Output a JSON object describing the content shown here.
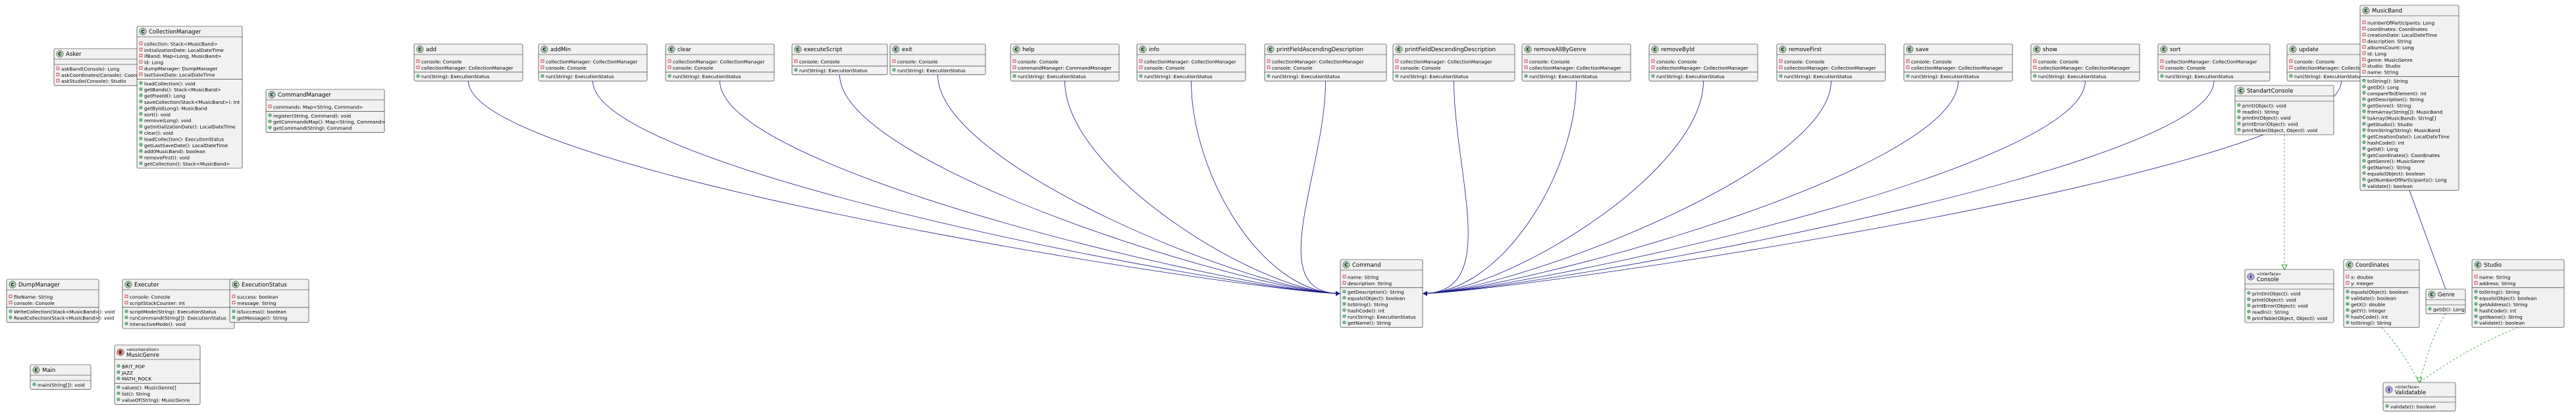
{
  "colors": {
    "class_badge": "#ADD1B2",
    "interface_badge": "#B4A7E5",
    "enum_badge": "#EB937F",
    "edge": "#181888",
    "realize": "#2a9d2a"
  },
  "classes": [
    {
      "name": "Asker",
      "kind": "class",
      "members": [
        [
          "-",
          "askBand(Console): Long"
        ],
        [
          "-",
          "askCoordinates(Console): Coordinates"
        ],
        [
          "-",
          "askStudio(Console): Studio"
        ]
      ]
    },
    {
      "name": "CollectionManager",
      "kind": "class",
      "members": [
        [
          "-",
          "collection: Stack<MusicBand>"
        ],
        [
          "-",
          "initializationDate: LocalDateTime"
        ],
        [
          "-",
          "ifBand: Map<Long, MusicBand>"
        ],
        [
          "-",
          "id: Long"
        ],
        [
          "-",
          "dumpManager: DumpManager"
        ],
        [
          "-",
          "lastSaveDate: LocalDateTime"
        ],
        [
          "+",
          "loadCollection(): void"
        ],
        [
          "+",
          "getBands(): Stack<MusicBand>"
        ],
        [
          "+",
          "getFreeId(): Long"
        ],
        [
          "+",
          "saveCollection(Stack<MusicBand>): int"
        ],
        [
          "+",
          "getById(Long): MusicBand"
        ],
        [
          "+",
          "sort(): void"
        ],
        [
          "+",
          "remove(Long): void"
        ],
        [
          "+",
          "getInitializationDate(): LocalDateTime"
        ],
        [
          "+",
          "clear(): void"
        ],
        [
          "+",
          "loadCollection(): ExecutionStatus"
        ],
        [
          "+",
          "getLastSaveDate(): LocalDateTime"
        ],
        [
          "+",
          "add(MusicBand): boolean"
        ],
        [
          "+",
          "removeFirst(): void"
        ],
        [
          "+",
          "getCollection(): Stack<MusicBand>"
        ]
      ]
    },
    {
      "name": "CommandManager",
      "kind": "class",
      "members": [
        [
          "-",
          "commands: Map<String, Command>"
        ],
        [
          "+",
          "register(String, Command): void"
        ],
        [
          "+",
          "getCommandsMap(): Map<String, Command>"
        ],
        [
          "+",
          "getCommand(String): Command"
        ]
      ]
    },
    {
      "name": "add",
      "kind": "class",
      "members": [
        [
          "-",
          "console: Console"
        ],
        [
          "-",
          "collectionManager: CollectionManager"
        ],
        [
          "+",
          "run(String): ExecutionStatus"
        ]
      ]
    },
    {
      "name": "addMin",
      "kind": "class",
      "members": [
        [
          "-",
          "collectionManager: CollectionManager"
        ],
        [
          "-",
          "console: Console"
        ],
        [
          "+",
          "run(String): ExecutionStatus"
        ]
      ]
    },
    {
      "name": "clear",
      "kind": "class",
      "members": [
        [
          "-",
          "collectionManager: CollectionManager"
        ],
        [
          "-",
          "console: Console"
        ],
        [
          "+",
          "run(String): ExecutionStatus"
        ]
      ]
    },
    {
      "name": "executeScript",
      "kind": "class",
      "members": [
        [
          "-",
          "console: Console"
        ],
        [
          "+",
          "run(String): ExecutionStatus"
        ]
      ]
    },
    {
      "name": "exit",
      "kind": "class",
      "members": [
        [
          "-",
          "console: Console"
        ],
        [
          "+",
          "run(String): ExecutionStatus"
        ]
      ]
    },
    {
      "name": "help",
      "kind": "class",
      "members": [
        [
          "-",
          "console: Console"
        ],
        [
          "-",
          "commandManager: CommandManager"
        ],
        [
          "+",
          "run(String): ExecutionStatus"
        ]
      ]
    },
    {
      "name": "info",
      "kind": "class",
      "members": [
        [
          "-",
          "collectionManager: CollectionManager"
        ],
        [
          "-",
          "console: Console"
        ],
        [
          "+",
          "run(String): ExecutionStatus"
        ]
      ]
    },
    {
      "name": "printFieldAscendingDescription",
      "kind": "class",
      "members": [
        [
          "-",
          "collectionManager: CollectionManager"
        ],
        [
          "-",
          "console: Console"
        ],
        [
          "+",
          "run(String): ExecutionStatus"
        ]
      ]
    },
    {
      "name": "printFieldDescendingDescription",
      "kind": "class",
      "members": [
        [
          "-",
          "collectionManager: CollectionManager"
        ],
        [
          "-",
          "console: Console"
        ],
        [
          "+",
          "run(String): ExecutionStatus"
        ]
      ]
    },
    {
      "name": "removeAllByGenre",
      "kind": "class",
      "members": [
        [
          "-",
          "console: Console"
        ],
        [
          "-",
          "collectionManager: CollectionManager"
        ],
        [
          "+",
          "run(String): ExecutionStatus"
        ]
      ]
    },
    {
      "name": "removeById",
      "kind": "class",
      "members": [
        [
          "-",
          "console: Console"
        ],
        [
          "-",
          "collectionManager: CollectionManager"
        ],
        [
          "+",
          "run(String): ExecutionStatus"
        ]
      ]
    },
    {
      "name": "removeFirst",
      "kind": "class",
      "members": [
        [
          "-",
          "console: Console"
        ],
        [
          "-",
          "collectionManager: CollectionManager"
        ],
        [
          "+",
          "run(String): ExecutionStatus"
        ]
      ]
    },
    {
      "name": "save",
      "kind": "class",
      "members": [
        [
          "-",
          "console: Console"
        ],
        [
          "-",
          "collectionManager: CollectionManager"
        ],
        [
          "+",
          "run(String): ExecutionStatus"
        ]
      ]
    },
    {
      "name": "show",
      "kind": "class",
      "members": [
        [
          "-",
          "console: Console"
        ],
        [
          "-",
          "collectionManager: CollectionManager"
        ],
        [
          "+",
          "run(String): ExecutionStatus"
        ]
      ]
    },
    {
      "name": "sort",
      "kind": "class",
      "members": [
        [
          "-",
          "collectionManager: CollectionManager"
        ],
        [
          "-",
          "console: Console"
        ],
        [
          "+",
          "run(String): ExecutionStatus"
        ]
      ]
    },
    {
      "name": "update",
      "kind": "class",
      "members": [
        [
          "-",
          "console: Console"
        ],
        [
          "-",
          "collectionManager: CollectionManager"
        ],
        [
          "+",
          "run(String): ExecutionStatus"
        ]
      ]
    },
    {
      "name": "StandartConsole",
      "kind": "class",
      "members": [
        [
          "+",
          "print(Object): void"
        ],
        [
          "+",
          "readln(): String"
        ],
        [
          "+",
          "println(Object): void"
        ],
        [
          "+",
          "printError(Object): void"
        ],
        [
          "+",
          "printTable(Object, Object): void"
        ]
      ]
    },
    {
      "name": "MusicBand",
      "kind": "class",
      "members": [
        [
          "-",
          "numberOfParticipants: Long"
        ],
        [
          "-",
          "coordinates: Coordinates"
        ],
        [
          "-",
          "creationDate: LocalDateTime"
        ],
        [
          "-",
          "description: String"
        ],
        [
          "-",
          "albumsCount: Long"
        ],
        [
          "-",
          "id: Long"
        ],
        [
          "-",
          "genre: MusicGenre"
        ],
        [
          "-",
          "studio: Studio"
        ],
        [
          "-",
          "name: String"
        ],
        [
          "+",
          "toString(): String"
        ],
        [
          "+",
          "getID(): Long"
        ],
        [
          "+",
          "compareTo(Element): int"
        ],
        [
          "+",
          "getDescription(): String"
        ],
        [
          "+",
          "getGenre(): String"
        ],
        [
          "+",
          "fromArray(String[]): MusicBand"
        ],
        [
          "+",
          "toArray(MusicBand): String[]"
        ],
        [
          "+",
          "getStudio(): Studio"
        ],
        [
          "+",
          "fromString(String): MusicBand"
        ],
        [
          "+",
          "getCreationDate(): LocalDateTime"
        ],
        [
          "+",
          "hashCode(): int"
        ],
        [
          "+",
          "getId(): Long"
        ],
        [
          "+",
          "getCoordinates(): Coordinates"
        ],
        [
          "+",
          "getGenre(): MusicGenre"
        ],
        [
          "+",
          "getName(): String"
        ],
        [
          "+",
          "equals(Object): boolean"
        ],
        [
          "+",
          "getNumberOfParticipants(): Long"
        ],
        [
          "+",
          "validate(): boolean"
        ]
      ]
    },
    {
      "name": "Command",
      "kind": "class",
      "members": [
        [
          "-",
          "name: String"
        ],
        [
          "-",
          "description: String"
        ],
        [
          "+",
          "getDescription(): String"
        ],
        [
          "+",
          "equals(Object): boolean"
        ],
        [
          "+",
          "toString(): String"
        ],
        [
          "+",
          "hashCode(): int"
        ],
        [
          "+",
          "run(String): ExecutionStatus"
        ],
        [
          "+",
          "getName(): String"
        ]
      ]
    },
    {
      "name": "DumpManager",
      "kind": "class",
      "members": [
        [
          "-",
          "fileName: String"
        ],
        [
          "-",
          "console: Console"
        ],
        [
          "+",
          "WriteCollection(Stack<MusicBand>): void"
        ],
        [
          "+",
          "ReadCollection(Stack<MusicBand>): void"
        ]
      ]
    },
    {
      "name": "Executer",
      "kind": "class",
      "members": [
        [
          "-",
          "console: Console"
        ],
        [
          "-",
          "scriptStackCounter: int"
        ],
        [
          "+",
          "scriptMode(String): ExecutionStatus"
        ],
        [
          "+",
          "runCommand(String[]): ExecutionStatus"
        ],
        [
          "+",
          "interactiveMode(): void"
        ]
      ]
    },
    {
      "name": "ExecutionStatus",
      "kind": "class",
      "members": [
        [
          "-",
          "success: boolean"
        ],
        [
          "-",
          "message: String"
        ],
        [
          "+",
          "isSuccess(): boolean"
        ],
        [
          "+",
          "getMessage(): String"
        ]
      ]
    },
    {
      "name": "Console",
      "kind": "interface",
      "stereotype": "«interface»",
      "members": [
        [
          "+",
          "printIn(Object): void"
        ],
        [
          "+",
          "print(Object): void"
        ],
        [
          "+",
          "printError(Object): void"
        ],
        [
          "+",
          "readln(): String"
        ],
        [
          "+",
          "printTable(Object, Object): void"
        ]
      ]
    },
    {
      "name": "Coordinates",
      "kind": "class",
      "members": [
        [
          "-",
          "x: double"
        ],
        [
          "-",
          "y: Integer"
        ],
        [
          "+",
          "equals(Object): boolean"
        ],
        [
          "+",
          "validate(): boolean"
        ],
        [
          "+",
          "getX(): double"
        ],
        [
          "+",
          "getY(): Integer"
        ],
        [
          "+",
          "hashCode(): int"
        ],
        [
          "+",
          "toString(): String"
        ]
      ]
    },
    {
      "name": "Genre",
      "kind": "class",
      "members": [
        [
          "+",
          "getID(): Long"
        ]
      ]
    },
    {
      "name": "Studio",
      "kind": "class",
      "members": [
        [
          "-",
          "name: String"
        ],
        [
          "-",
          "address: String"
        ],
        [
          "+",
          "toString(): String"
        ],
        [
          "+",
          "equals(Object): boolean"
        ],
        [
          "+",
          "getAddress(): String"
        ],
        [
          "+",
          "hashCode(): int"
        ],
        [
          "+",
          "getName(): String"
        ],
        [
          "+",
          "validate(): boolean"
        ]
      ]
    },
    {
      "name": "Main",
      "kind": "class",
      "members": [
        [
          "+",
          "main(String[]): void"
        ]
      ]
    },
    {
      "name": "MusicGenre",
      "kind": "enum",
      "stereotype": "«enumeration»",
      "members": [
        [
          "+",
          "BRIT_POP"
        ],
        [
          "+",
          "JAZZ"
        ],
        [
          "+",
          "MATH_ROCK"
        ],
        [
          "+",
          "values(): MusicGenre[]"
        ],
        [
          "+",
          "list(): String"
        ],
        [
          "+",
          "valueOf(String): MusicGenre"
        ]
      ]
    },
    {
      "name": "Validatable",
      "kind": "interface",
      "stereotype": "«interface»",
      "members": [
        [
          "+",
          "validate(): boolean"
        ]
      ]
    }
  ]
}
